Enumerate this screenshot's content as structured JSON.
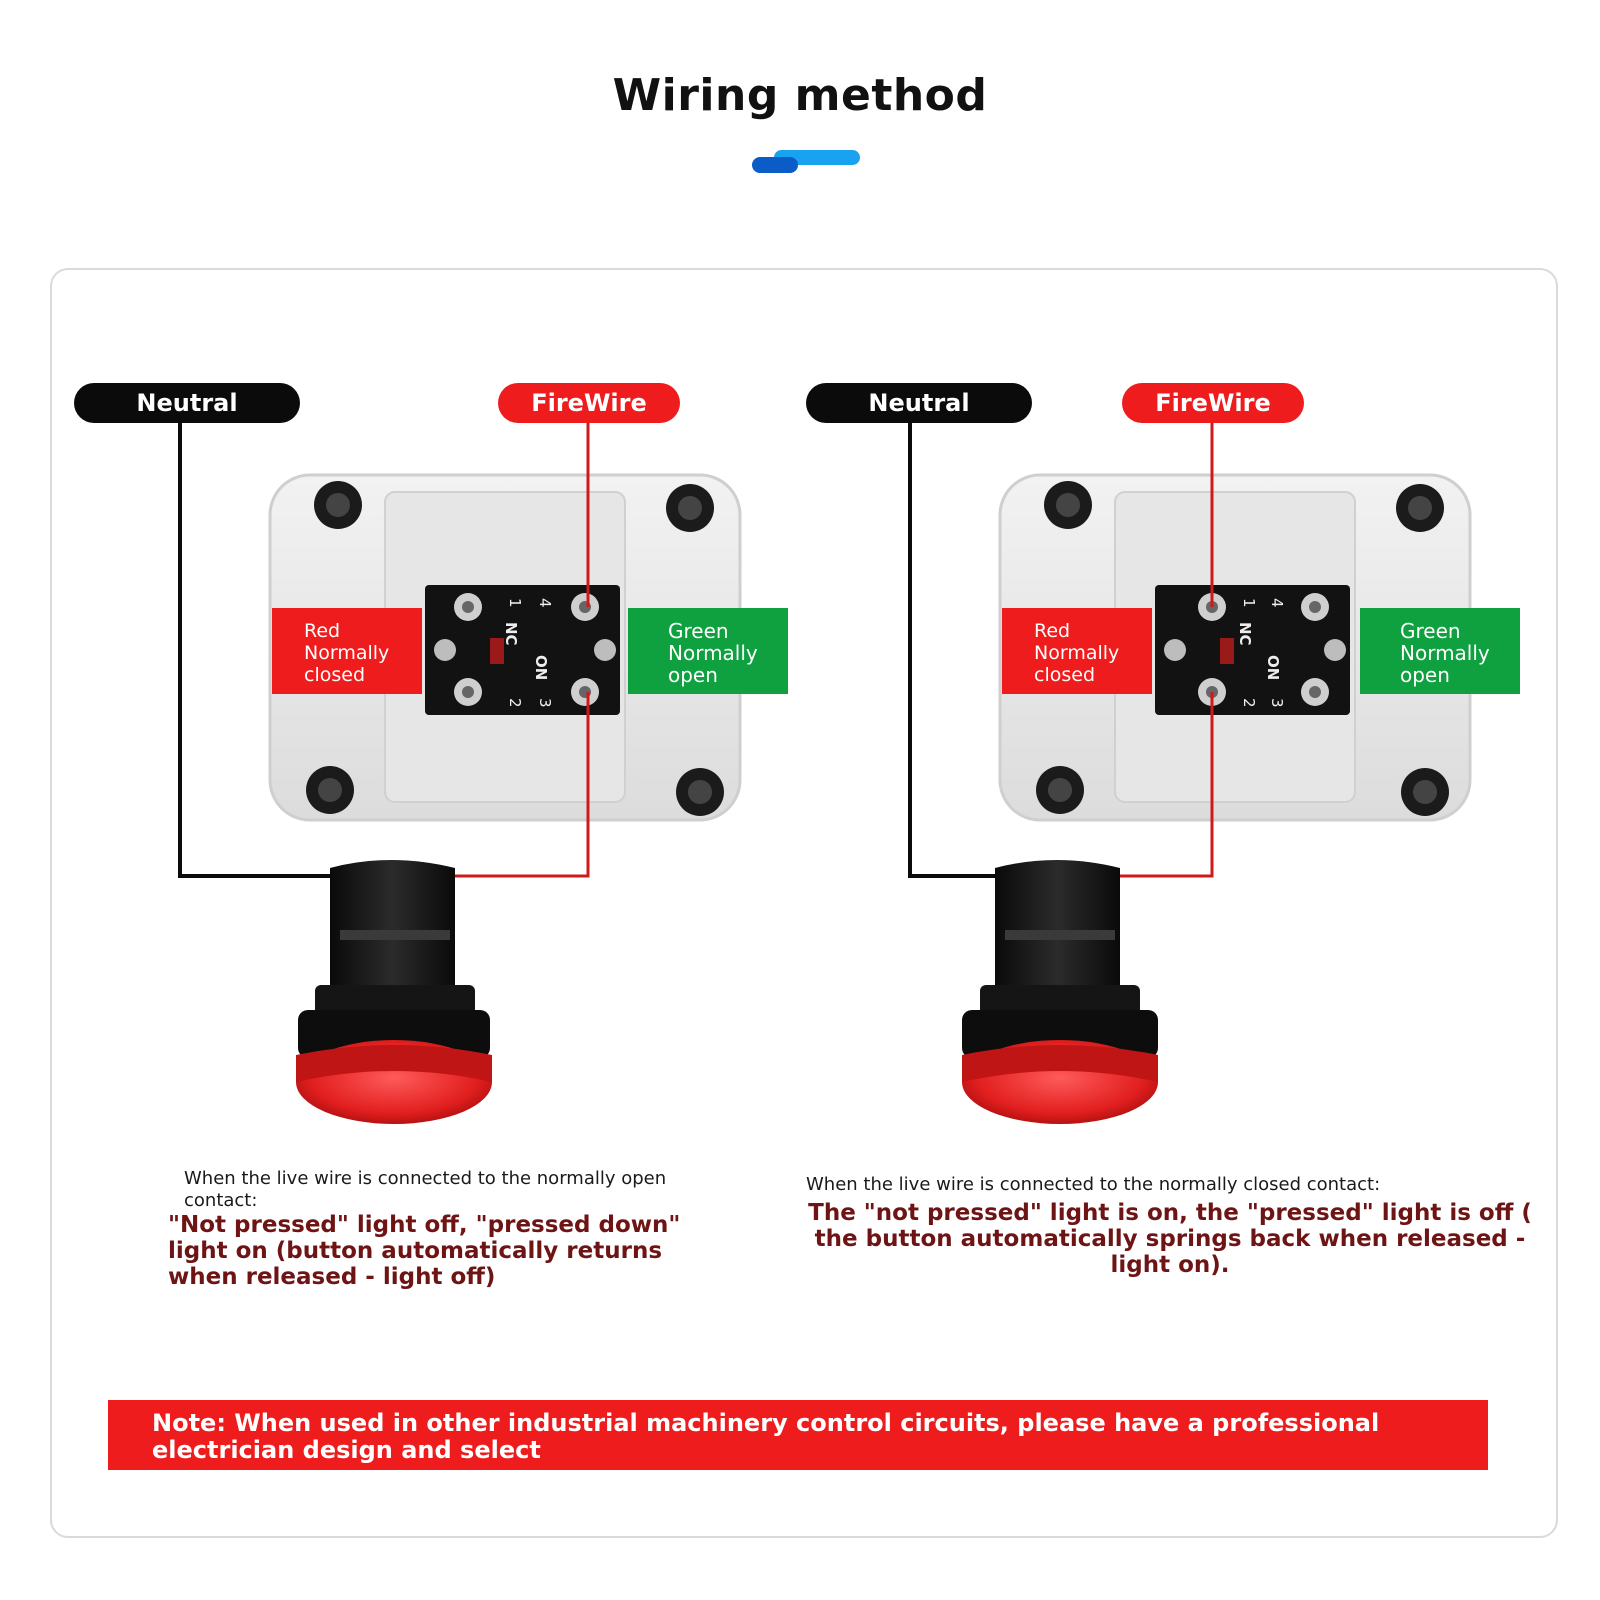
{
  "title": "Wiring method",
  "colors": {
    "accent_dark": "#0b5cc7",
    "accent_light": "#18a2f0",
    "red": "#ee1c1c",
    "green": "#0fa040",
    "black": "#0b0b0b"
  },
  "panels": [
    {
      "neutral_label": "Neutral",
      "fire_label": "FireWire",
      "red_tag": [
        "Red",
        "Normally",
        "closed"
      ],
      "green_tag": [
        "Green",
        "Normally",
        "open"
      ],
      "caption_small": "When the live wire is connected to the normally open contact:",
      "caption_big": "\"Not pressed\" light off, \"pressed down\" light on (button automatically returns when released - light off)"
    },
    {
      "neutral_label": "Neutral",
      "fire_label": "FireWire",
      "red_tag": [
        "Red",
        "Normally",
        "closed"
      ],
      "green_tag": [
        "Green",
        "Normally",
        "open"
      ],
      "caption_small": "When the live wire is connected to the normally closed contact:",
      "caption_big": "The \"not pressed\" light is on, the \"pressed\" light is off ( the button automatically springs back when released - light on)."
    }
  ],
  "switch_block": {
    "contact_1": "1",
    "contact_nc": "NC",
    "contact_on": "ON",
    "contact_2": "2",
    "contact_3": "3",
    "contact_4": "4"
  },
  "note": "Note: When used in other industrial machinery control circuits, please have a professional electrician design and select"
}
